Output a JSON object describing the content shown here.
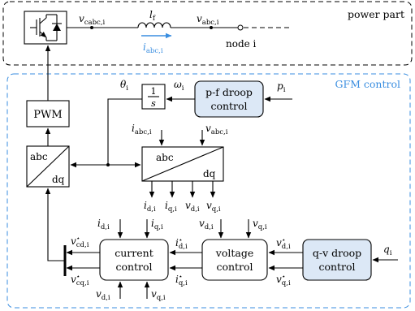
{
  "regions": {
    "power": "power part",
    "control": "GFM control"
  },
  "blocks": {
    "pwm": "PWM",
    "integrator_num": "1",
    "integrator_den": "s",
    "pf_line1": "p-f droop",
    "pf_line2": "control",
    "abcdq_left_top": "abc",
    "abcdq_left_bot": "dq",
    "abcdq_right_top": "abc",
    "abcdq_right_bot": "dq",
    "current_line1": "current",
    "current_line2": "control",
    "voltage_line1": "voltage",
    "voltage_line2": "control",
    "qv_line1": "q-v droop",
    "qv_line2": "control"
  },
  "labels": {
    "v_cabc": "v",
    "v_cabc_sub": "cabc,i",
    "l_f": "l",
    "l_f_sub": "f",
    "v_abc_top": "v",
    "v_abc_top_sub": "abc,i",
    "i_abc_top": "i",
    "i_abc_top_sub": "abc,i",
    "node": "node i",
    "theta": "θ",
    "theta_sub": "i",
    "omega": "ω",
    "omega_sub": "i",
    "p": "p",
    "p_sub": "i",
    "i_abc_in": "i",
    "i_abc_in_sub": "abc,i",
    "v_abc_in": "v",
    "v_abc_in_sub": "abc,i",
    "out_id": "i",
    "out_id_sub": "d,i",
    "out_iq": "i",
    "out_iq_sub": "q,i",
    "out_vd": "v",
    "out_vd_sub": "d,i",
    "out_vq": "v",
    "out_vq_sub": "q,i",
    "cc_id": "i",
    "cc_id_sub": "d,i",
    "cc_iq": "i",
    "cc_iq_sub": "q,i",
    "vc_vd": "v",
    "vc_vd_sub": "d,i",
    "vc_vq": "v",
    "vc_vq_sub": "q,i",
    "vcd_ref": "v",
    "vcd_ref_sub": "cd,i",
    "vcd_ref_sup": "⋆",
    "vcq_ref": "v",
    "vcq_ref_sub": "cq,i",
    "vcq_ref_sup": "⋆",
    "idref": "i",
    "idref_sub": "d,i",
    "idref_sup": "⋆",
    "iqref": "i",
    "iqref_sub": "q,i",
    "iqref_sup": "⋆",
    "vdref": "v",
    "vdref_sub": "d,i",
    "vdref_sup": "⋆",
    "vqref": "v",
    "vqref_sub": "q,i",
    "vqref_sup": "⋆",
    "q": "q",
    "q_sub": "i",
    "ff_vd": "v",
    "ff_vd_sub": "d,i",
    "ff_vq": "v",
    "ff_vq_sub": "q,i"
  }
}
